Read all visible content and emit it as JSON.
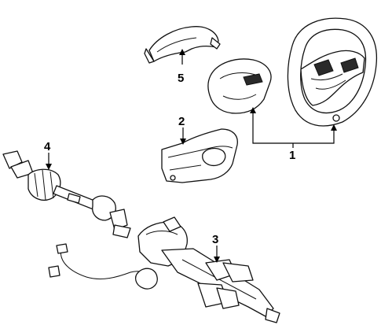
{
  "diagram": {
    "callouts": [
      {
        "id": "1",
        "label": "1"
      },
      {
        "id": "2",
        "label": "2"
      },
      {
        "id": "3",
        "label": "3"
      },
      {
        "id": "4",
        "label": "4"
      },
      {
        "id": "5",
        "label": "5"
      }
    ],
    "parts": [
      {
        "callout": "1",
        "icon": "steering-wheel-icon"
      },
      {
        "callout": "1",
        "icon": "airbag-module-icon"
      },
      {
        "callout": "2",
        "icon": "lower-column-cover-icon"
      },
      {
        "callout": "3",
        "icon": "steering-column-assembly-icon"
      },
      {
        "callout": "4",
        "icon": "intermediate-shaft-icon"
      },
      {
        "callout": "5",
        "icon": "upper-column-cover-icon"
      }
    ],
    "colors": {
      "line": "#111111",
      "background": "#ffffff"
    }
  }
}
